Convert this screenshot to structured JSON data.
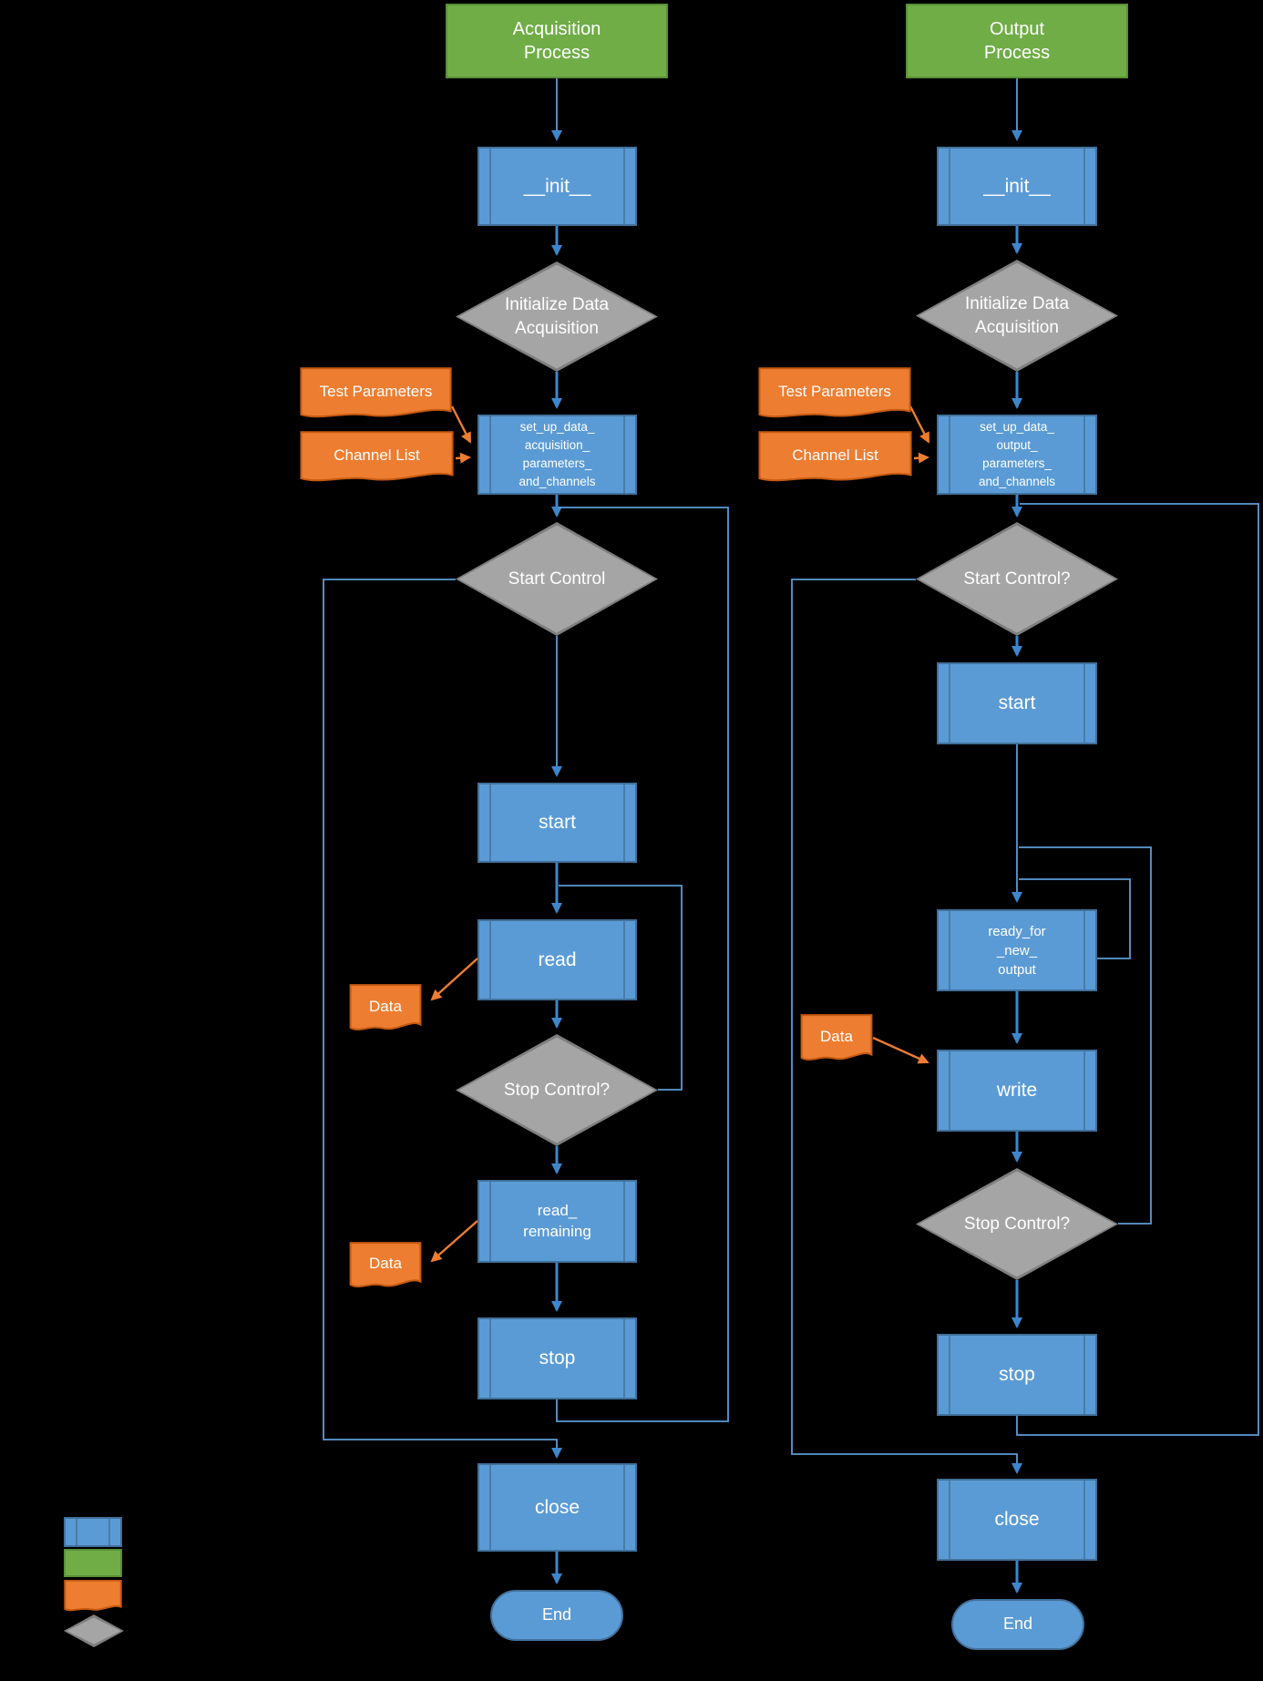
{
  "colors": {
    "background": "#000000",
    "process_fill": "#5B9BD5",
    "process_border": "#41719C",
    "terminator_fill": "#70AD47",
    "terminator_border": "#5A8F38",
    "data_fill": "#ED7D31",
    "data_border": "#C55A11",
    "decision_fill": "#A5A5A5",
    "decision_border": "#7F7F7F",
    "connector_blue": "#5B9BD5",
    "connector_blue_strong": "#3E86CC",
    "connector_orange": "#ED7D31",
    "text": "#FFFFFF"
  },
  "charts": [
    {
      "title": "Acquisition\nProcess",
      "nodes": {
        "init": "__init__",
        "init_check": "Initialize Data\nAcquisition",
        "test_parameters": "Test Parameters",
        "channel_list": "Channel List",
        "setup": "set_up_data_\nacquisition_\nparameters_\nand_channels",
        "start_control": "Start Control",
        "start": "start",
        "read": "read",
        "data_out_1": "Data",
        "stop_control": "Stop Control?",
        "read_remaining": "read_\nremaining",
        "data_out_2": "Data",
        "stop": "stop",
        "close": "close",
        "end": "End"
      }
    },
    {
      "title": "Output\nProcess",
      "nodes": {
        "init": "__init__",
        "init_check": "Initialize Data\nAcquisition",
        "test_parameters": "Test Parameters",
        "channel_list": "Channel List",
        "setup": "set_up_data_\noutput_\nparameters_\nand_channels",
        "start_control": "Start Control?",
        "start": "start",
        "ready": "ready_for\n_new_\noutput",
        "data_in": "Data",
        "write": "write",
        "stop_control": "Stop Control?",
        "stop": "stop",
        "close": "close",
        "end": "End"
      }
    }
  ],
  "legend": {
    "items": [
      {
        "shape": "subroutine-process"
      },
      {
        "shape": "terminator"
      },
      {
        "shape": "data-document"
      },
      {
        "shape": "decision"
      }
    ]
  }
}
